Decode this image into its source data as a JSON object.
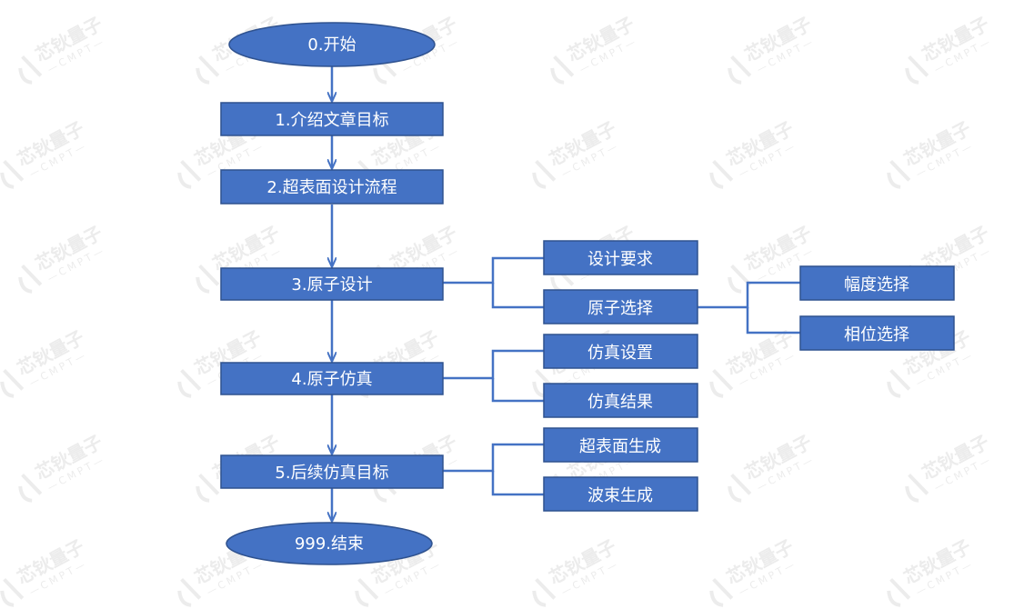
{
  "diagram": {
    "colors": {
      "node_fill": "#4472c4",
      "node_stroke": "#2f528f",
      "connector": "#4472c4",
      "text": "#ffffff",
      "watermark": "#d9d9d9"
    },
    "start": "0.开始",
    "steps": [
      "1.介绍文章目标",
      "2.超表面设计流程",
      "3.原子设计",
      "4.原子仿真",
      "5.后续仿真目标"
    ],
    "end": "999.结束",
    "branches": {
      "atom_design": [
        "设计要求",
        "原子选择"
      ],
      "atom_selection": [
        "幅度选择",
        "相位选择"
      ],
      "atom_simulation": [
        "仿真设置",
        "仿真结果"
      ],
      "follow_up": [
        "超表面生成",
        "波束生成"
      ]
    },
    "watermark": {
      "brand_cn": "芯钬量子",
      "brand_en": "CMPT"
    }
  }
}
